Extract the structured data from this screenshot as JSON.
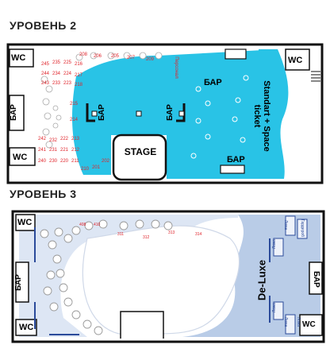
{
  "level2": {
    "title": "УРОВЕНЬ 2",
    "wc_left_top": "WC",
    "wc_left_bottom": "WC",
    "wc_right": "WC",
    "bar_left": "БАР",
    "bar_mid_left": "БАР",
    "bar_mid_right": "БАР",
    "bar_top": "БАР",
    "bar_bottom": "БАР",
    "stage": "STAGE",
    "zone": "Standart + Space ticket",
    "service": "Персонал",
    "tables": [
      "208",
      "206",
      "205",
      "207",
      "209",
      "245",
      "235",
      "225",
      "216",
      "244",
      "234",
      "224",
      "217",
      "243",
      "233",
      "223",
      "218",
      "215",
      "214",
      "242",
      "232",
      "222",
      "213",
      "241",
      "231",
      "221",
      "212",
      "240",
      "230",
      "220",
      "211",
      "210",
      "201",
      "202"
    ]
  },
  "level3": {
    "title": "УРОВЕНЬ 3",
    "wc_top": "WC",
    "wc_bottom": "WC",
    "wc_right": "WC",
    "bar_left": "БАР",
    "bar_right": "БАР",
    "zone": "De-Luxe",
    "tables": [
      "408",
      "410",
      "311",
      "312",
      "313",
      "314"
    ],
    "lodges": [
      "Гардероб",
      "Ложа",
      "Ложа",
      "Ложа",
      "Ложа",
      "Ложа"
    ]
  },
  "colors": {
    "standart": "#29c3e6",
    "deluxe": "#b9cce7",
    "seat_red": "#e0242b",
    "wall": "#111111"
  }
}
